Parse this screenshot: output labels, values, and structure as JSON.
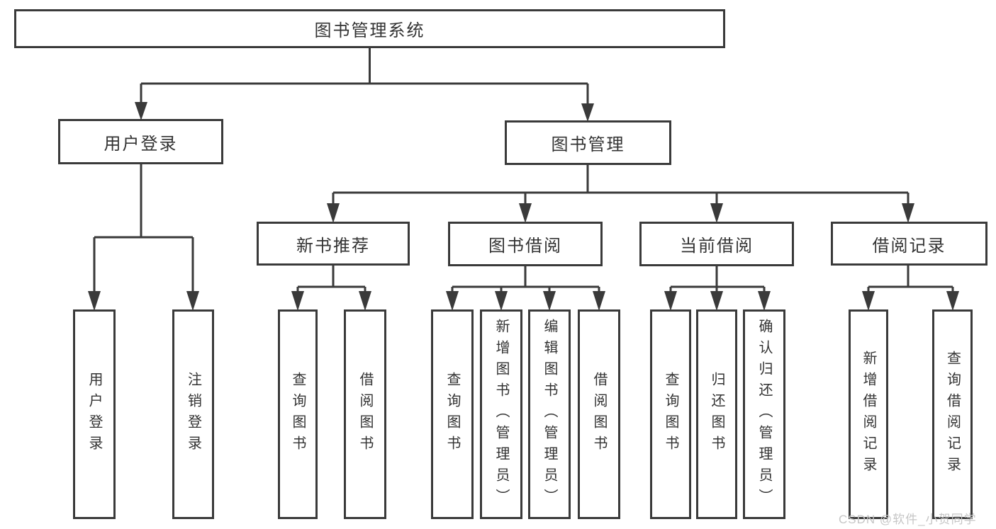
{
  "tree": {
    "root": {
      "label": "图书管理系统",
      "children": [
        {
          "label": "用户登录",
          "children": [
            {
              "label": "用户登录"
            },
            {
              "label": "注销登录"
            }
          ]
        },
        {
          "label": "图书管理",
          "children": [
            {
              "label": "新书推荐",
              "children": [
                {
                  "label": "查询图书"
                },
                {
                  "label": "借阅图书"
                }
              ]
            },
            {
              "label": "图书借阅",
              "children": [
                {
                  "label": "查询图书"
                },
                {
                  "label": "新增图书（管理员）"
                },
                {
                  "label": "编辑图书（管理员）"
                },
                {
                  "label": "借阅图书"
                }
              ]
            },
            {
              "label": "当前借阅",
              "children": [
                {
                  "label": "查询图书"
                },
                {
                  "label": "归还图书"
                },
                {
                  "label": "确认归还（管理员）"
                }
              ]
            },
            {
              "label": "借阅记录",
              "children": [
                {
                  "label": "新增借阅记录"
                },
                {
                  "label": "查询借阅记录"
                }
              ]
            }
          ]
        }
      ]
    }
  },
  "watermark": {
    "text": "CSDN @软件_小贺同学"
  },
  "colors": {
    "line": "#3a3a3a",
    "box_border": "#3a3a3a",
    "text": "#333333",
    "watermark": "#c6c6c6",
    "background": "#ffffff"
  }
}
